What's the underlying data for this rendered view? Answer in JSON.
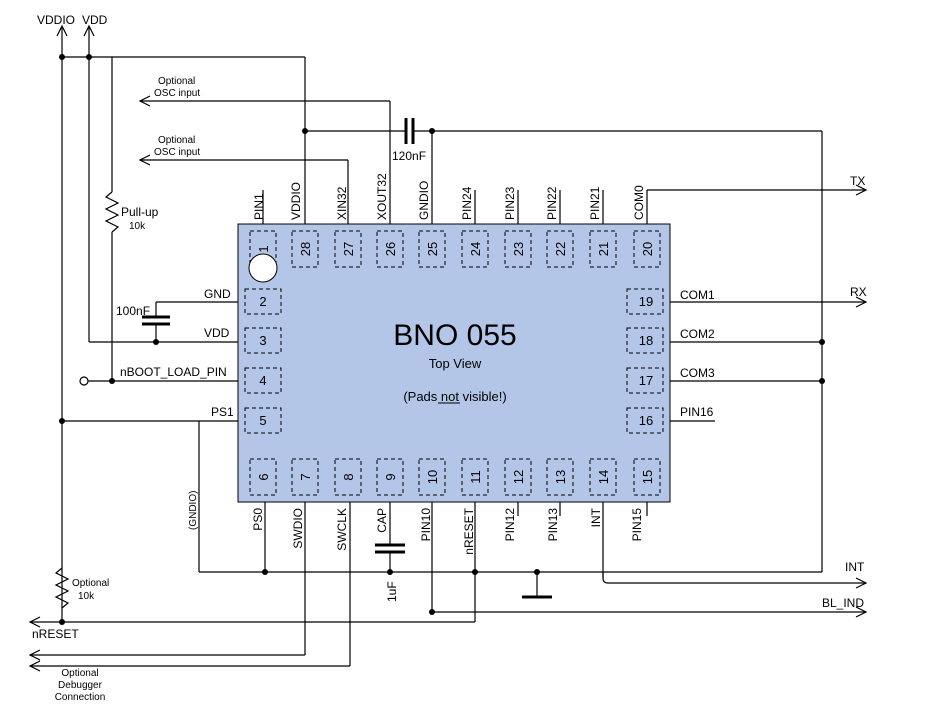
{
  "chip": {
    "name": "BNO 055",
    "view": "Top View",
    "pads_note": "(Pads not visible!)",
    "color": "#b3c6e7"
  },
  "rails": {
    "vddio": "VDDIO",
    "vdd": "VDD"
  },
  "pins": {
    "p1": "1",
    "p2": "2",
    "p3": "3",
    "p4": "4",
    "p5": "5",
    "p6": "6",
    "p7": "7",
    "p8": "8",
    "p9": "9",
    "p10": "10",
    "p11": "11",
    "p12": "12",
    "p13": "13",
    "p14": "14",
    "p15": "15",
    "p16": "16",
    "p17": "17",
    "p18": "18",
    "p19": "19",
    "p20": "20",
    "p21": "21",
    "p22": "22",
    "p23": "23",
    "p24": "24",
    "p25": "25",
    "p26": "26",
    "p27": "27",
    "p28": "28"
  },
  "pin_labels": {
    "left": {
      "gnd": "GND",
      "vdd": "VDD",
      "nboot": "nBOOT_LOAD_PIN",
      "ps1": "PS1"
    },
    "top": {
      "pin1": "PIN1",
      "vddio": "VDDIO",
      "xin32": "XIN32",
      "xout32": "XOUT32",
      "gndio": "GNDIO",
      "pin24": "PIN24",
      "pin23": "PIN23",
      "pin22": "PIN22",
      "pin21": "PIN21",
      "com0": "COM0"
    },
    "right": {
      "com1": "COM1",
      "com2": "COM2",
      "com3": "COM3",
      "pin16": "PIN16"
    },
    "bottom": {
      "ps0": "PS0",
      "swdio": "SWDIO",
      "swclk": "SWCLK",
      "cap": "CAP",
      "pin10": "PIN10",
      "nreset": "nRESET",
      "pin12": "PIN12",
      "pin13": "PIN13",
      "int": "INT",
      "pin15": "PIN15",
      "gndio_paren": "(GNDIO)"
    }
  },
  "components": {
    "pullup_name": "Pull-up",
    "pullup_value": "10k",
    "cap_100nf": "100nF",
    "cap_120nf": "120nF",
    "cap_1uf": "1uF",
    "optional": "Optional",
    "optional_value": "10k"
  },
  "annotations": {
    "optional1": "Optional",
    "osc_input1": "OSC input",
    "optional2": "Optional",
    "osc_input2": "OSC input",
    "dbg_optional": "Optional",
    "dbg_debugger": "Debugger",
    "dbg_connection": "Connection"
  },
  "signals": {
    "tx": "TX",
    "rx": "RX",
    "int": "INT",
    "bl_ind": "BL_IND",
    "nreset": "nRESET"
  }
}
